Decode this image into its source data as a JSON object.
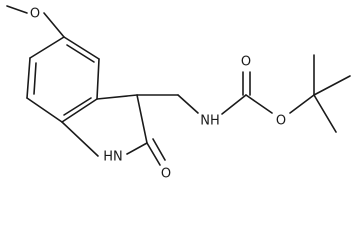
{
  "molecule": {
    "atoms": {
      "methoxy_oxygen": "O",
      "carbamate_nh": "NH",
      "ester_oxygen": "O",
      "carbonyl_oxygen": "O",
      "lactam_nh": "HN",
      "lactam_oxygen": "O"
    },
    "colors": {
      "bond": "#1a1a1a",
      "background": "#ffffff"
    }
  }
}
